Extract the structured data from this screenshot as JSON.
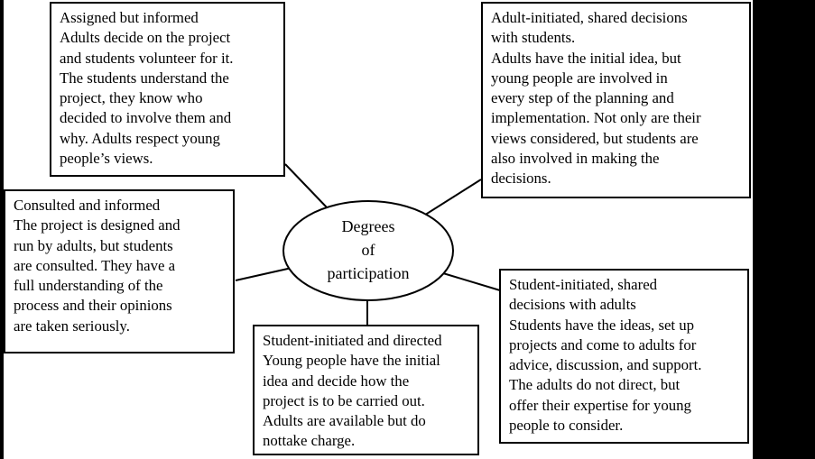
{
  "colors": {
    "background": "#ffffff",
    "ink": "#000000",
    "edge_bars": "#000000"
  },
  "center_ellipse": {
    "label": "Degrees\nof\nparticipation"
  },
  "boxes": [
    {
      "name": "assigned-but-informed",
      "text": "Assigned but informed\nAdults decide on the project\nand students volunteer for it.\nThe students understand the\nproject, they know who\ndecided to involve them and\nwhy. Adults respect young\npeople’s views."
    },
    {
      "name": "adult-initiated-shared-decisions",
      "text": "Adult-initiated, shared decisions\nwith students.\nAdults have the initial idea, but\nyoung people are involved in\nevery step of the planning and\nimplementation. Not only are their\nviews considered, but students are\nalso involved in making the\ndecisions."
    },
    {
      "name": "consulted-and-informed",
      "text": "Consulted and informed\nThe project is designed and\nrun by adults, but students\nare consulted. They have a\nfull understanding of the\nprocess and their opinions\nare taken seriously."
    },
    {
      "name": "student-initiated-and-directed",
      "text": "Student-initiated and directed\nYoung people have the initial\nidea and decide how the\nproject is to be carried out.\nAdults are available but do\nnottake charge."
    },
    {
      "name": "student-initiated-shared-decisions",
      "text": "Student-initiated, shared\ndecisions with adults\nStudents have the ideas, set up\nprojects and come to adults for\nadvice, discussion, and support.\nThe adults do not direct, but\noffer their expertise for young\npeople to consider."
    }
  ]
}
